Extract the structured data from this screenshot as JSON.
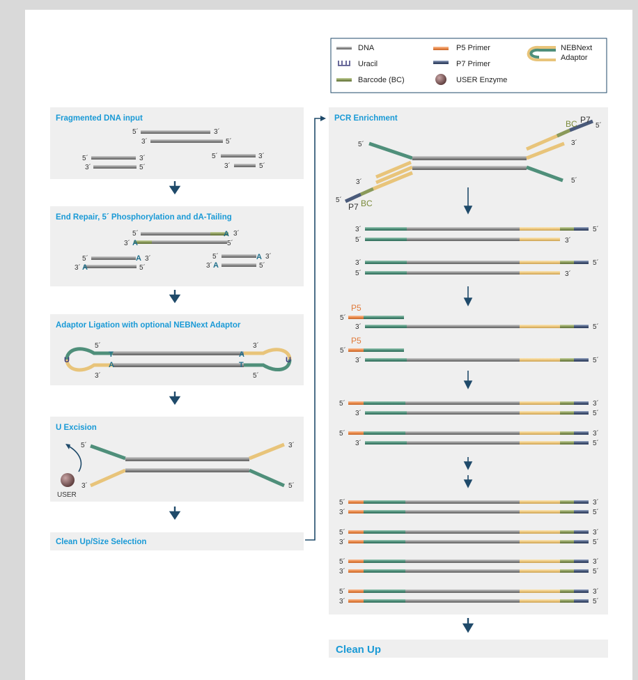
{
  "legend": {
    "dna": "DNA",
    "uracil": "Uracil",
    "barcode": "Barcode (BC)",
    "p5_primer": "P5 Primer",
    "p7_primer": "P7 Primer",
    "user_enzyme": "USER Enzyme",
    "adaptor_line1": "NEBNext",
    "adaptor_line2": "Adaptor"
  },
  "steps": {
    "fragmented": "Fragmented DNA input",
    "end_repair": "End Repair, 5´ Phosphorylation and dA-Tailing",
    "ligation": "Adaptor Ligation with optional NEBNext Adaptor",
    "u_excision": "U Excision",
    "cleanup_size": "Clean Up/Size Selection",
    "pcr": "PCR Enrichment",
    "cleanup": "Clean Up"
  },
  "labels": {
    "five": "5´",
    "three": "3´",
    "a": "A",
    "t": "T",
    "u": "U",
    "user": "USER",
    "p5": "P5",
    "p7": "P7",
    "bc": "BC"
  },
  "colors": {
    "dna": "#8c8c8c",
    "p5": "#ea8a4a",
    "p7": "#4a5a7a",
    "barcode": "#8a9a5a",
    "adaptor_green": "#4f8f7a",
    "adaptor_yellow": "#e8c47a",
    "title": "#1a9ad6",
    "arrow": "#1f4a6a",
    "panel": "#efefef"
  }
}
